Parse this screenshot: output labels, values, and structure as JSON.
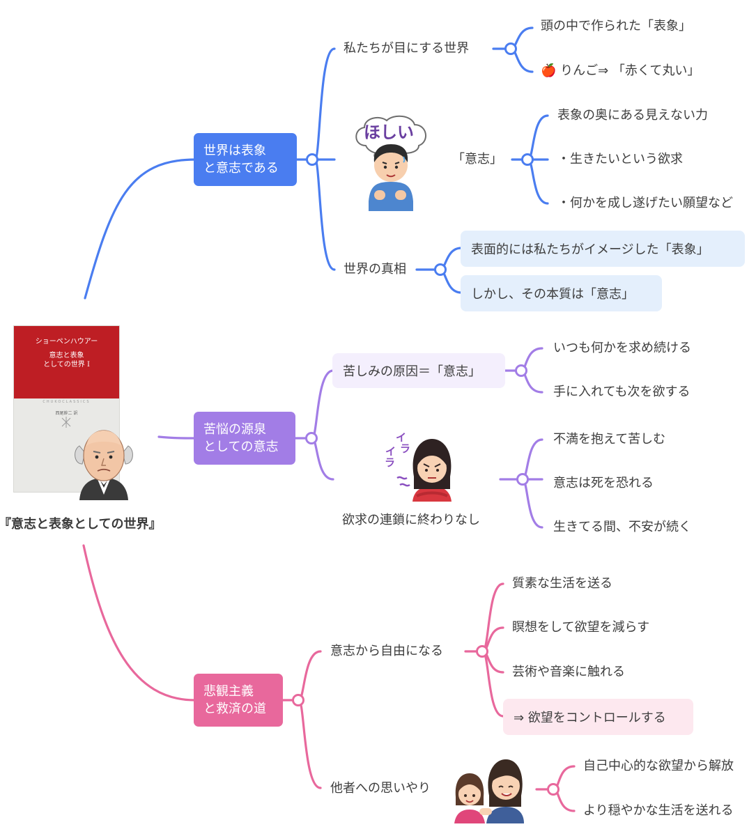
{
  "root": {
    "title": "『意志と表象としての世界』"
  },
  "book": {
    "author": "ショーペンハウアー",
    "title_line1": "意志と表象",
    "title_line2": "としての世界 I",
    "series": "CHUKOCLASSICS",
    "translator": "西尾幹二 訳"
  },
  "colors": {
    "blue": "#4a7df0",
    "purple": "#a27de6",
    "pink": "#e8689c"
  },
  "branch1": {
    "label_line1": "世界は表象",
    "label_line2": "と意志である",
    "child1": {
      "label": "私たちが目にする世界",
      "items": [
        "頭の中で作られた「表象」",
        "🍎 りんご⇒ 「赤くて丸い」"
      ]
    },
    "child2": {
      "label": "「意志」",
      "illustration_text": "ほしい",
      "items": [
        "表象の奥にある見えない力",
        "・生きたいという欲求",
        "・何かを成し遂げたい願望など"
      ]
    },
    "child3": {
      "label": "世界の真相",
      "items": [
        "表面的には私たちがイメージした「表象」",
        "しかし、その本質は「意志」"
      ]
    }
  },
  "branch2": {
    "label_line1": "苦悩の源泉",
    "label_line2": "としての意志",
    "child1": {
      "label": "苦しみの原因＝「意志」",
      "items": [
        "いつも何かを求め続ける",
        "手に入れても次を欲する"
      ]
    },
    "child2": {
      "label": "欲求の連鎖に終わりなし",
      "illustration_text": [
        "イ",
        "ラ",
        "イ",
        "ラ"
      ],
      "items": [
        "不満を抱えて苦しむ",
        "意志は死を恐れる",
        "生きてる間、不安が続く"
      ]
    }
  },
  "branch3": {
    "label_line1": "悲観主義",
    "label_line2": "と救済の道",
    "child1": {
      "label": "意志から自由になる",
      "items": [
        "質素な生活を送る",
        "瞑想をして欲望を減らす",
        "芸術や音楽に触れる",
        "⇒ 欲望をコントロールする"
      ]
    },
    "child2": {
      "label": "他者への思いやり",
      "items": [
        "自己中心的な欲望から解放",
        "より穏やかな生活を送れる"
      ]
    }
  }
}
